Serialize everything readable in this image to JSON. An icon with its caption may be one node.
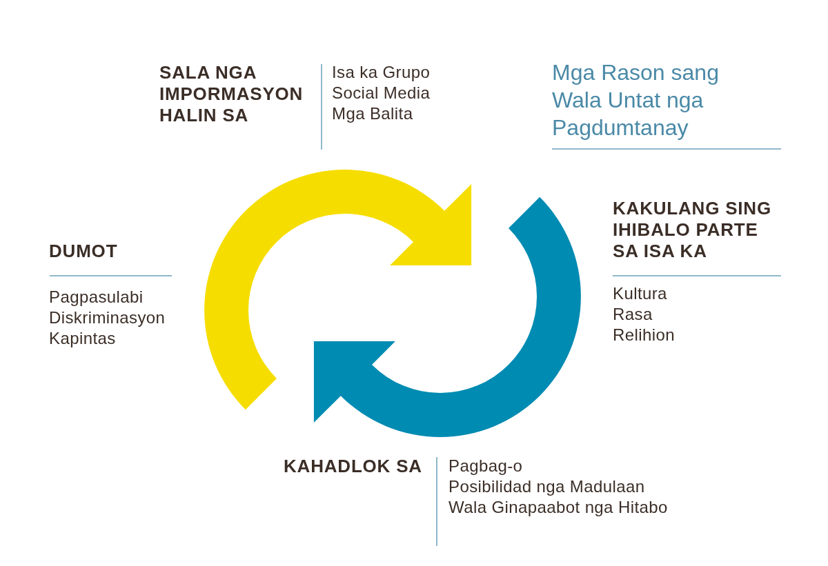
{
  "diagram": {
    "title": "Mga Rason sang Wala Untat nga Pagdumtanay",
    "labels": [
      "SALA NGA IMPORMASYON HALIN SA",
      "Isa ka Grupo",
      "Social Media",
      "Mga Balita",
      "DUMOT",
      "Pagpasulabi",
      "Diskriminasyon",
      "Kapintas",
      "KAKULANG SING IHIBALO PARTE SA ISA KA",
      "Kultura",
      "Rasa",
      "Relihion",
      "KAHADLOK SA",
      "Pagbag-o",
      "Posibilidad nga Madulaan",
      "Wala Ginapaabot nga Hitabo"
    ]
  }
}
